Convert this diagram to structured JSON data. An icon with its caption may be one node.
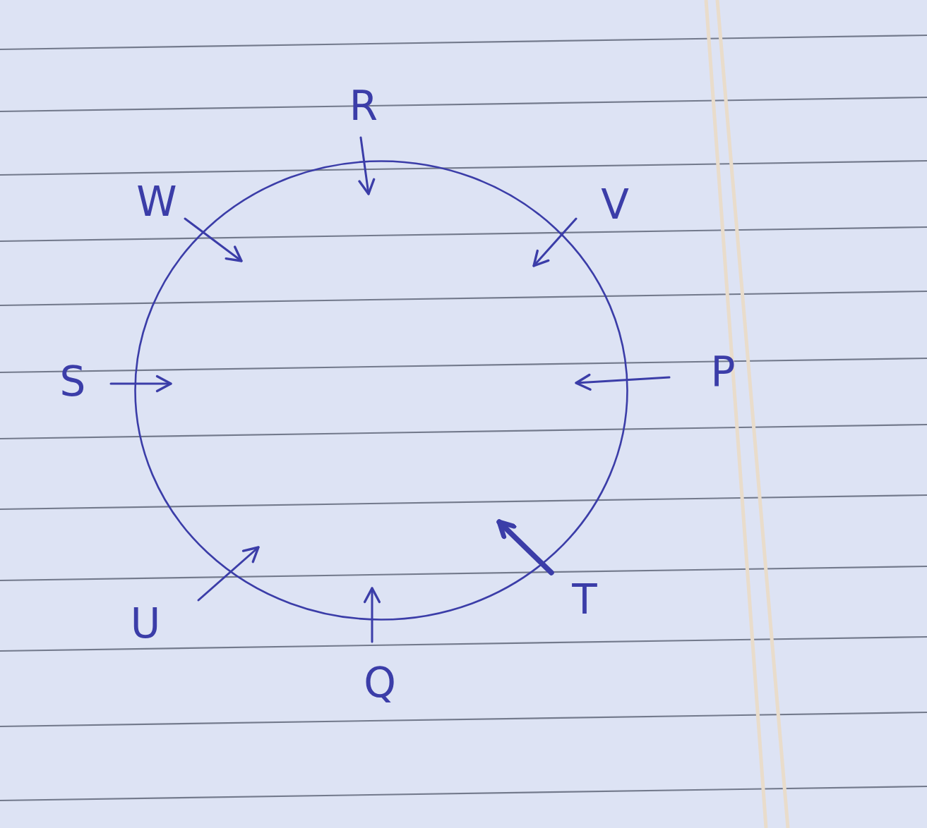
{
  "diagram": {
    "nodes": [
      {
        "text": [
          "R"
        ]
      },
      {
        "text": [
          "W"
        ]
      },
      {
        "text": [
          "V"
        ]
      },
      {
        "text": [
          "S"
        ]
      },
      {
        "text": [
          "P"
        ]
      },
      {
        "text": [
          "U"
        ]
      },
      {
        "text": [
          "T"
        ]
      },
      {
        "text": [
          "Q"
        ]
      },
      {
        "text": [],
        "shape": "circle"
      }
    ],
    "edges": [
      {
        "from": 0,
        "to": 8,
        "arrow": "to"
      },
      {
        "from": 1,
        "to": 8,
        "arrow": "to"
      },
      {
        "from": 2,
        "to": 8,
        "arrow": "to"
      },
      {
        "from": 3,
        "to": 8,
        "arrow": "to"
      },
      {
        "from": 4,
        "to": 8,
        "arrow": "to"
      },
      {
        "from": 5,
        "to": 8,
        "arrow": "to"
      },
      {
        "from": 6,
        "to": 8,
        "arrow": "to",
        "style": "thick"
      },
      {
        "from": 7,
        "to": 8,
        "arrow": "to"
      }
    ]
  }
}
